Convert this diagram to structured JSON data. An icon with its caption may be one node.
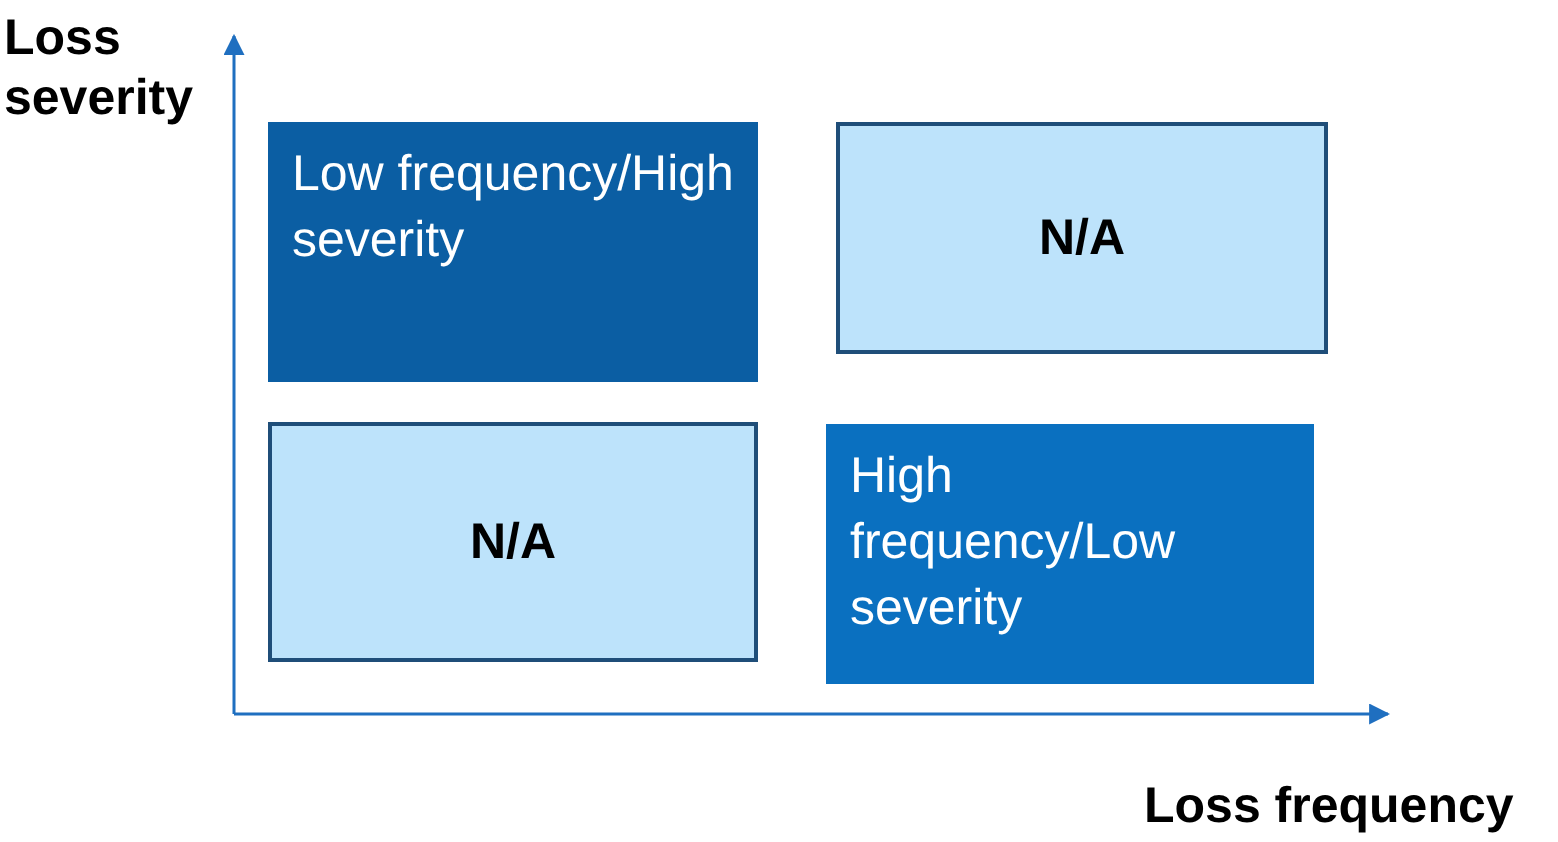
{
  "diagram": {
    "nodes": [
      {
        "text": [
          "Low frequency/High severity"
        ]
      },
      {
        "text": [
          "N/A"
        ]
      },
      {
        "text": [
          "N/A"
        ]
      },
      {
        "text": [
          "High frequency/Low severity"
        ]
      }
    ],
    "labels": [
      "Loss severity",
      "Loss frequency"
    ]
  }
}
